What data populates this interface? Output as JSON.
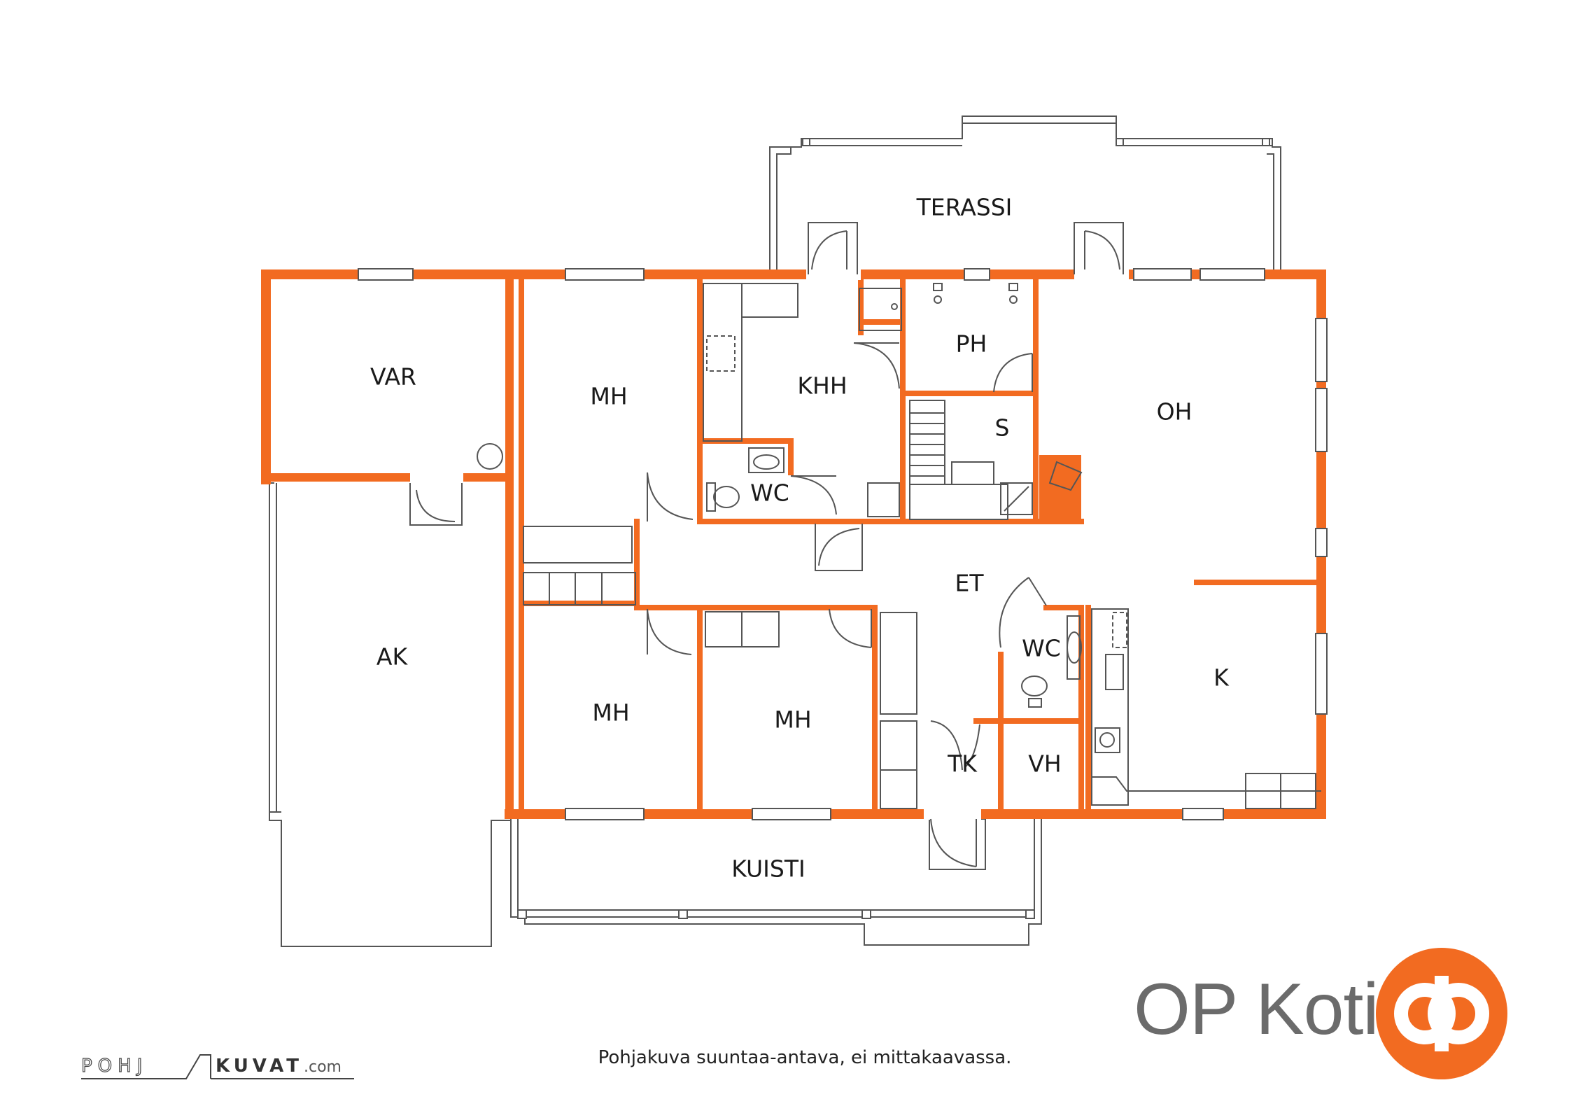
{
  "rooms": {
    "terassi": "TERASSI",
    "var": "VAR",
    "mh1": "MH",
    "khh": "KHH",
    "ph": "PH",
    "s": "S",
    "oh": "OH",
    "wc1": "WC",
    "ak": "AK",
    "et": "ET",
    "wc2": "WC",
    "k": "K",
    "mh2": "MH",
    "mh3": "MH",
    "tk": "TK",
    "vh": "VH",
    "kuisti": "KUISTI"
  },
  "footer": {
    "disclaimer": "Pohjakuva suuntaa-antava, ei mittakaavassa.",
    "brand": "OP Koti",
    "watermark_left": "POHJ",
    "watermark_right": "KUVAT",
    "watermark_suffix": ".com"
  },
  "colors": {
    "wall": "#f26b21",
    "line": "#555555",
    "brand_grey": "#6b6b6b",
    "op_orange": "#f26b21"
  },
  "icons": [
    "door-swing-icon",
    "window-icon",
    "toilet-icon",
    "sink-icon",
    "shower-icon",
    "stove-icon",
    "fireplace-icon",
    "electric-panel-icon"
  ]
}
